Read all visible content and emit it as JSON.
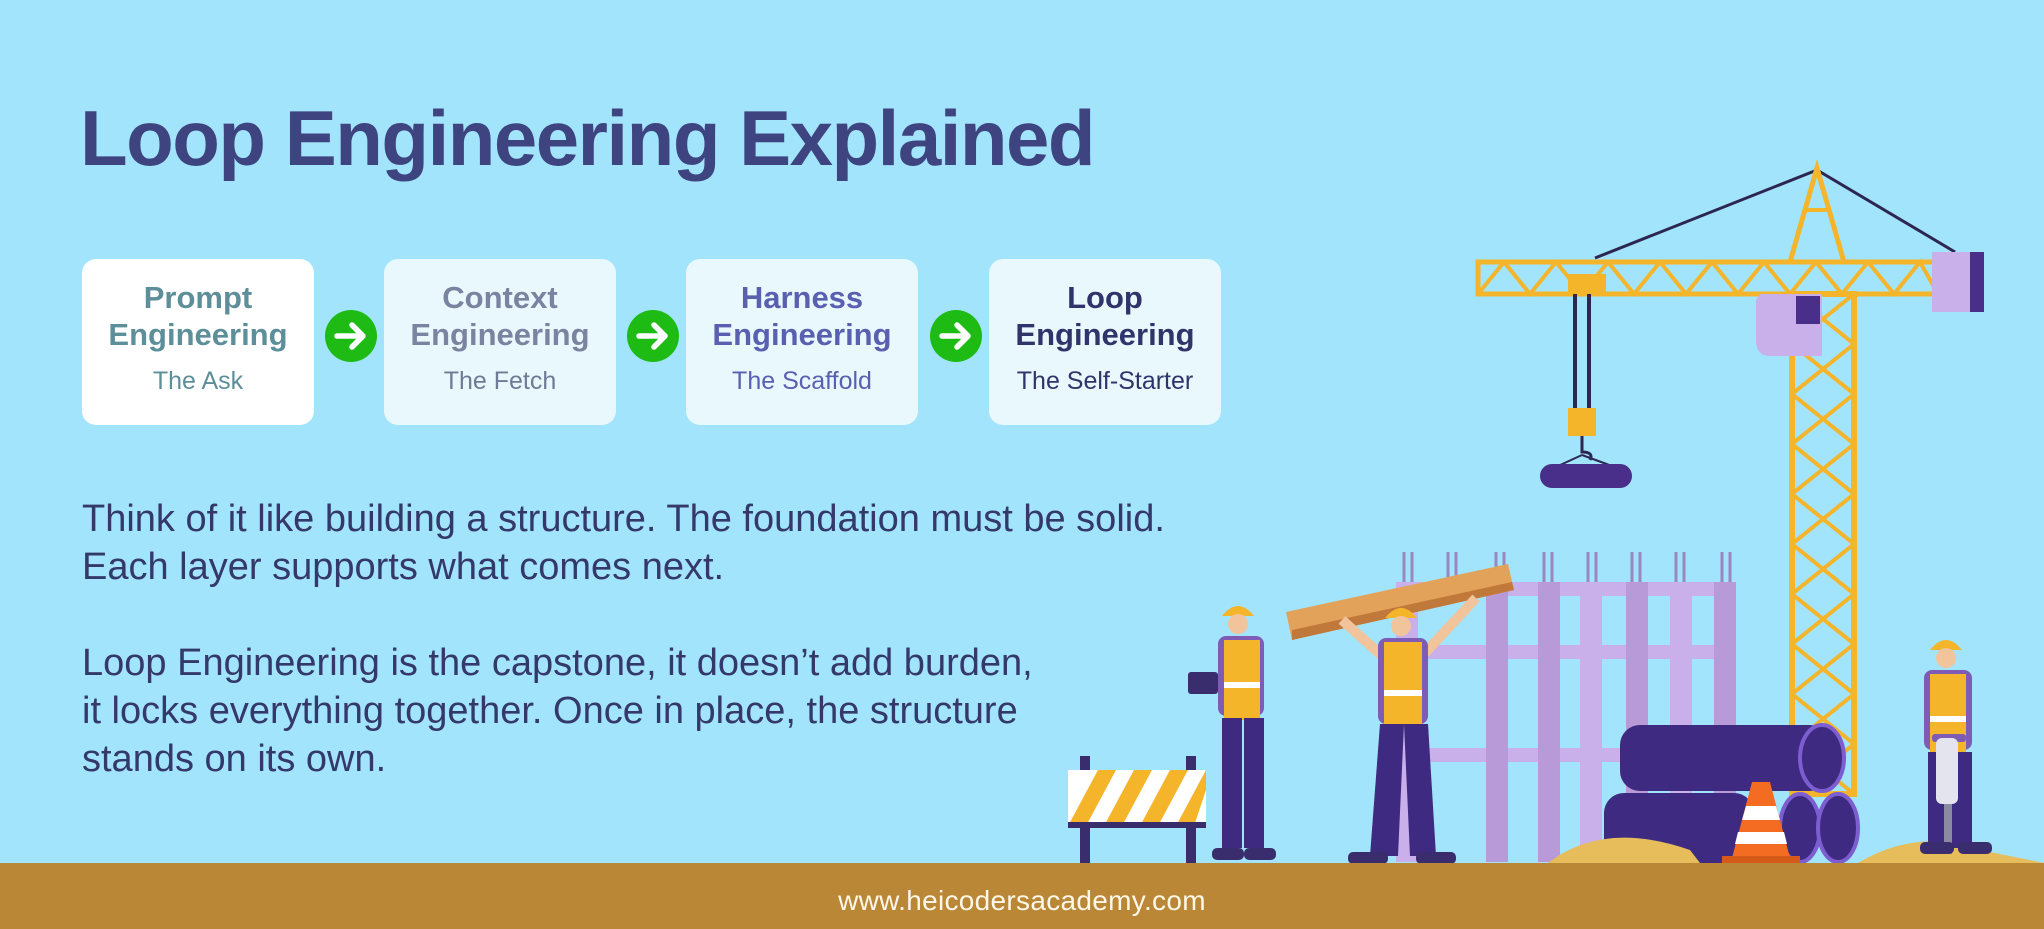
{
  "title": "Loop Engineering Explained",
  "steps": [
    {
      "line1": "Prompt",
      "line2": "Engineering",
      "subtitle": "The Ask",
      "name_color": "#5d8f9a",
      "sub_color": "#5d8f9a",
      "bg": "#ffffff"
    },
    {
      "line1": "Context",
      "line2": "Engineering",
      "subtitle": "The Fetch",
      "name_color": "#7a84a0",
      "sub_color": "#6f7a96",
      "bg": "#e8f8fd"
    },
    {
      "line1": "Harness",
      "line2": "Engineering",
      "subtitle": "The Scaffold",
      "name_color": "#5a5fb0",
      "sub_color": "#5a5fb0",
      "bg": "#e8f8fd"
    },
    {
      "line1": "Loop",
      "line2": "Engineering",
      "subtitle": "The Self-Starter",
      "name_color": "#30346a",
      "sub_color": "#30346a",
      "bg": "#e8f8fd"
    }
  ],
  "paragraph1": {
    "line1": "Think of it like building a structure. The foundation must be solid.",
    "line2": "Each layer supports what comes next."
  },
  "paragraph2": {
    "line1": "Loop Engineering is the capstone, it doesn’t add burden,",
    "line2": "it locks everything together. Once in place, the structure",
    "line3": "stands on its own."
  },
  "footer": {
    "url": "www.heicodersacademy.com"
  },
  "colors": {
    "background": "#a2e4fb",
    "title": "#3d4480",
    "body_text": "#34386a",
    "arrow": "#1dbb14",
    "ground": "#b98735",
    "crane": "#f5b52a",
    "purple": "#4a2f8a",
    "lavender": "#c9b0ea"
  },
  "icons": {
    "arrow": "arrow-right-circle-icon",
    "illustration": "construction-site-illustration"
  }
}
